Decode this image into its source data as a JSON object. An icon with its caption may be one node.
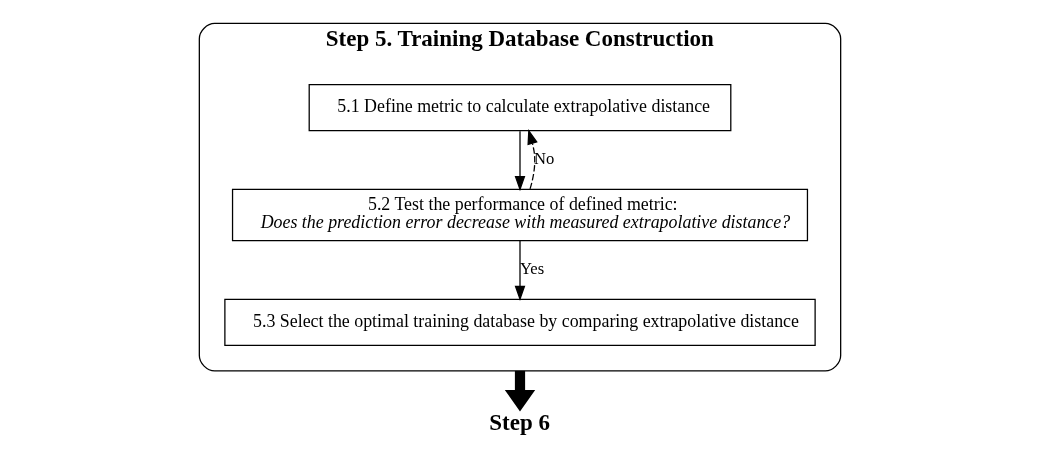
{
  "diagram": {
    "nodes": [
      {
        "text": [
          "Step 5. Training Database Construction"
        ]
      },
      {
        "text": [
          "5.1 Define metric to calculate extrapolative distance"
        ],
        "in": 0
      },
      {
        "text": [
          "5.2 Test the performance of defined metric:",
          "Does the prediction error decrease with measured extrapolative distance?"
        ],
        "in": 0
      },
      {
        "text": [
          "5.3 Select the optimal training database by comparing extrapolative distance"
        ],
        "in": 0
      },
      {
        "text": [
          "Step 6"
        ]
      }
    ],
    "edges": [
      {
        "from": 1,
        "to": 2,
        "arrow": "to"
      },
      {
        "from": 2,
        "to": 3,
        "arrow": "to",
        "label": "Yes"
      },
      {
        "from": 2,
        "to": 1,
        "arrow": "to",
        "label": "No",
        "style": "dashed"
      },
      {
        "from": 0,
        "to": 4,
        "arrow": "to",
        "style": "thick"
      }
    ]
  }
}
